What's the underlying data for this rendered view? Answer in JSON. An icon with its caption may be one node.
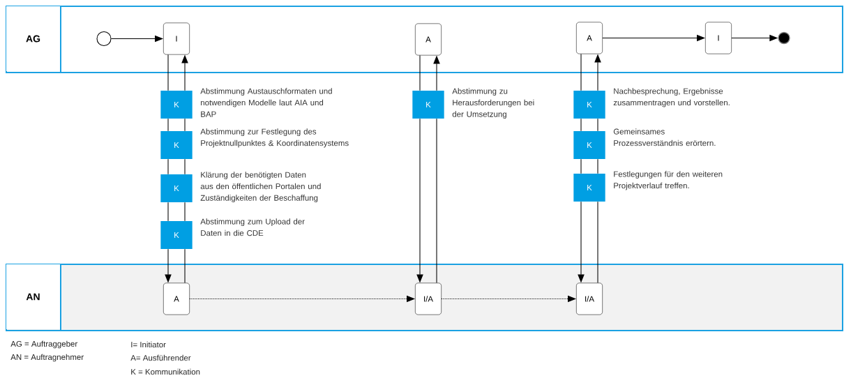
{
  "diagram": {
    "nodes": [
      {
        "text": [
          "AG"
        ]
      },
      {
        "text": [],
        "shape": "circle",
        "in": 0
      },
      {
        "text": [
          "I"
        ],
        "in": 0
      },
      {
        "text": [
          "A"
        ],
        "in": 0
      },
      {
        "text": [
          "A"
        ],
        "in": 0
      },
      {
        "text": [
          "I"
        ],
        "in": 0
      },
      {
        "text": [],
        "shape": "circle",
        "in": 0
      },
      {
        "text": [
          "AN"
        ]
      },
      {
        "text": [
          "A"
        ],
        "in": 7
      },
      {
        "text": [
          "I/A"
        ],
        "in": 7
      },
      {
        "text": [
          "I/A"
        ],
        "in": 7
      },
      {
        "text": [
          "K"
        ],
        "beside": [
          "Abstimmung Austauschformaten und notwendigen Modelle laut AIA und BAP"
        ]
      },
      {
        "text": [
          "K"
        ],
        "beside": [
          "Abstimmung zur Festlegung des Projektnullpunktes & Koordinatensystems"
        ]
      },
      {
        "text": [
          "K"
        ],
        "beside": [
          "Klärung der benötigten Daten aus den öffentlichen Portalen und Zuständigkeiten der Beschaffung"
        ]
      },
      {
        "text": [
          "K"
        ],
        "beside": [
          "Abstimmung zum Upload der Daten in die CDE"
        ]
      },
      {
        "text": [
          "K"
        ],
        "beside": [
          "Abstimmung zu Herausforderungen bei der Umsetzung"
        ]
      },
      {
        "text": [
          "K"
        ],
        "beside": [
          "Nachbesprechung, Ergebnisse zusammentragen und vorstellen."
        ]
      },
      {
        "text": [
          "K"
        ],
        "beside": [
          "Gemeinsames Prozessverständnis erörtern."
        ]
      },
      {
        "text": [
          "K"
        ],
        "beside": [
          "Festlegungen für den weiteren Projektverlauf treffen."
        ]
      }
    ],
    "edges": [
      {
        "from": 1,
        "to": 2,
        "arrow": "to"
      },
      {
        "from": 2,
        "to": 11,
        "arrow": "none"
      },
      {
        "from": 11,
        "to": 12,
        "arrow": "none"
      },
      {
        "from": 12,
        "to": 13,
        "arrow": "none"
      },
      {
        "from": 13,
        "to": 14,
        "arrow": "none"
      },
      {
        "from": 14,
        "to": 8,
        "arrow": "to"
      },
      {
        "from": 8,
        "to": 14,
        "arrow": "none"
      },
      {
        "from": 14,
        "to": 13,
        "arrow": "none"
      },
      {
        "from": 13,
        "to": 12,
        "arrow": "none"
      },
      {
        "from": 12,
        "to": 11,
        "arrow": "none"
      },
      {
        "from": 11,
        "to": 2,
        "arrow": "to"
      },
      {
        "from": 3,
        "to": 15,
        "arrow": "none"
      },
      {
        "from": 15,
        "to": 9,
        "arrow": "to"
      },
      {
        "from": 9,
        "to": 15,
        "arrow": "none"
      },
      {
        "from": 15,
        "to": 3,
        "arrow": "to"
      },
      {
        "from": 4,
        "to": 16,
        "arrow": "none"
      },
      {
        "from": 16,
        "to": 17,
        "arrow": "none"
      },
      {
        "from": 17,
        "to": 18,
        "arrow": "none"
      },
      {
        "from": 18,
        "to": 10,
        "arrow": "to"
      },
      {
        "from": 10,
        "to": 18,
        "arrow": "none"
      },
      {
        "from": 18,
        "to": 17,
        "arrow": "none"
      },
      {
        "from": 17,
        "to": 16,
        "arrow": "none"
      },
      {
        "from": 16,
        "to": 4,
        "arrow": "to"
      },
      {
        "from": 4,
        "to": 5,
        "arrow": "to"
      },
      {
        "from": 5,
        "to": 6,
        "arrow": "to"
      },
      {
        "from": 8,
        "to": 9,
        "arrow": "to",
        "style": "dashed"
      },
      {
        "from": 9,
        "to": 10,
        "arrow": "to",
        "style": "dashed"
      }
    ],
    "labels": [
      "AG = Auftraggeber",
      "I= Initiator",
      "AN = Auftragnehmer",
      "A= Ausführender",
      "K = Kommunikation"
    ]
  }
}
